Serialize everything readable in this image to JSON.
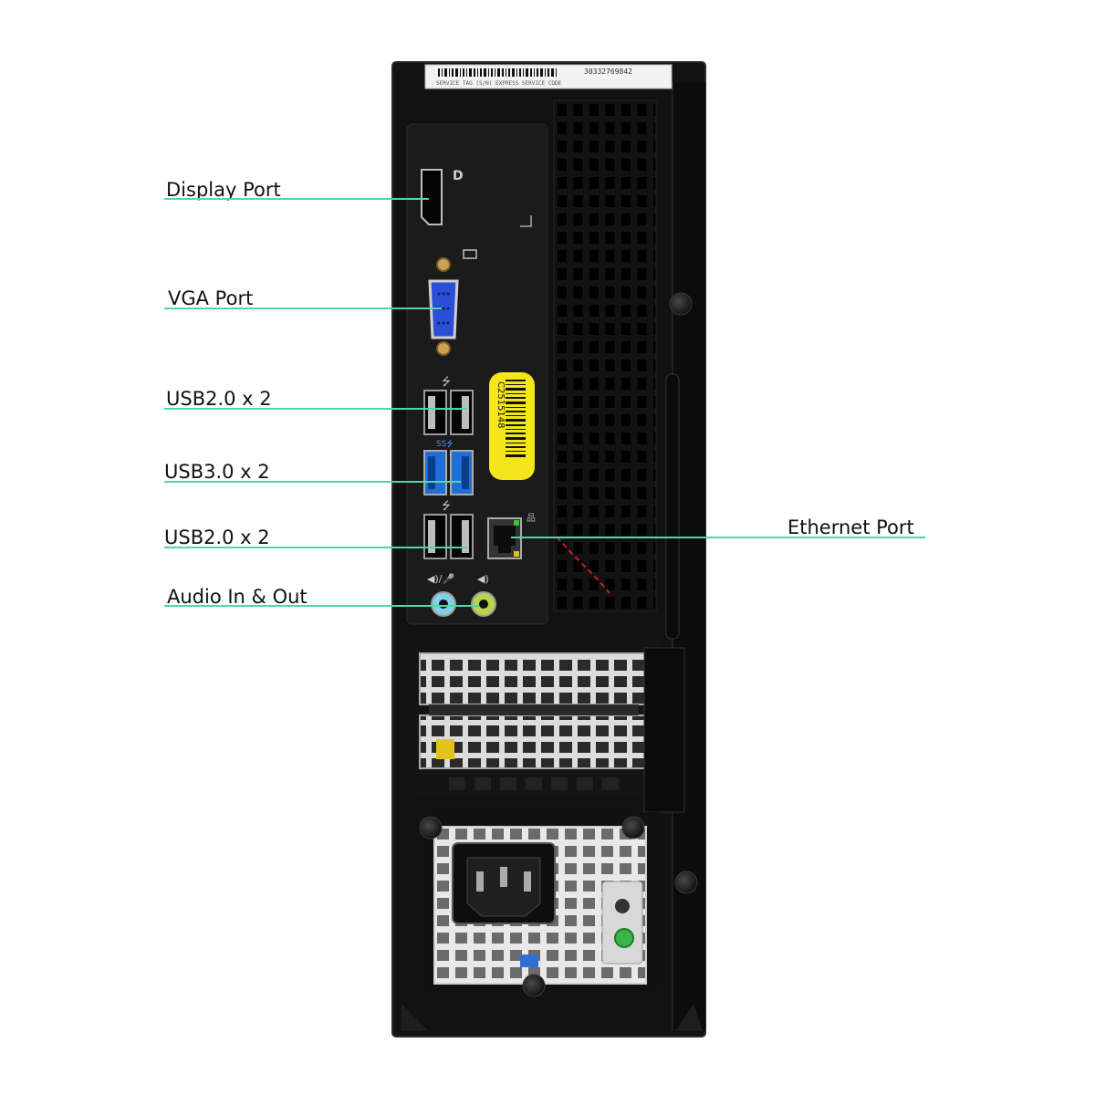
{
  "colors": {
    "leader_line": "#52d6a6",
    "chassis": "#121212",
    "panel": "#1b1b1b",
    "vga_blue": "#2a4fd6",
    "usb3_blue": "#1f6fd6",
    "sticker_yellow": "#f4e61a",
    "audio_in": "#7fd0e8",
    "audio_out": "#b8d44a",
    "grille": "#ececec",
    "led_green": "#39b54a"
  },
  "service_tag": {
    "number": "30332769842",
    "caption": "SERVICE  TAG  (S/N)    EXPRESS SERVICE CODE"
  },
  "sticker": {
    "code": "C2515148"
  },
  "callouts": [
    {
      "id": "display-port",
      "label": "Display Port"
    },
    {
      "id": "vga-port",
      "label": "VGA Port"
    },
    {
      "id": "usb2-upper",
      "label": "USB2.0 x 2"
    },
    {
      "id": "usb3",
      "label": "USB3.0 x 2"
    },
    {
      "id": "usb2-lower",
      "label": "USB2.0 x 2"
    },
    {
      "id": "audio",
      "label": "Audio In & Out"
    },
    {
      "id": "ethernet",
      "label": "Ethernet Port"
    }
  ],
  "icons": {
    "display_port": "displayport-icon",
    "vga": "vga-icon",
    "usb": "usb-icon",
    "ethernet": "ethernet-icon",
    "audio": "audio-jack-icon",
    "power": "power-inlet-icon"
  }
}
